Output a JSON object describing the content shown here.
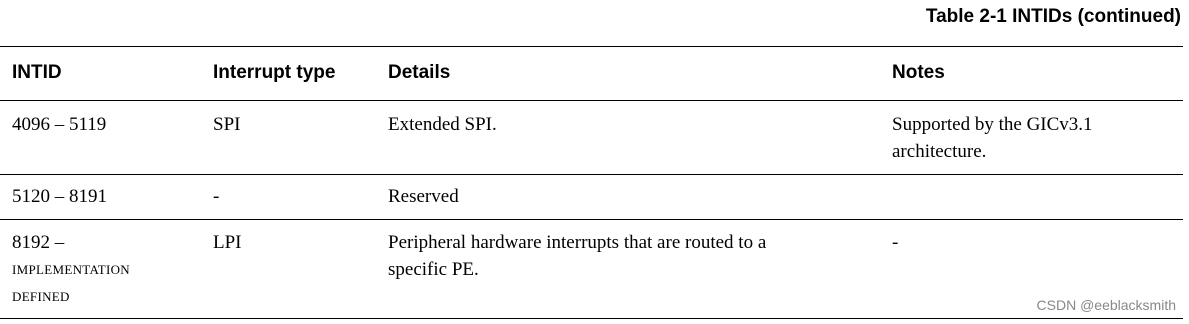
{
  "table": {
    "caption": "Table 2-1 INTIDs (continued)",
    "headers": [
      "INTID",
      "Interrupt type",
      "Details",
      "Notes"
    ],
    "rows": [
      {
        "intid": "4096 – 5119",
        "type": "SPI",
        "details": "Extended SPI.",
        "notes_line1": "Supported by the GICv3.1",
        "notes_line2": "architecture."
      },
      {
        "intid": "5120 – 8191",
        "type": "-",
        "details": "Reserved",
        "notes_line1": "",
        "notes_line2": ""
      },
      {
        "intid": "8192 –",
        "intid_line2": "IMPLEMENTATION",
        "intid_line3": "DEFINED",
        "type": "LPI",
        "details_line1": "Peripheral hardware interrupts that are routed to a",
        "details_line2": "specific PE.",
        "notes": "-"
      }
    ]
  },
  "watermark": "CSDN @eeblacksmith"
}
